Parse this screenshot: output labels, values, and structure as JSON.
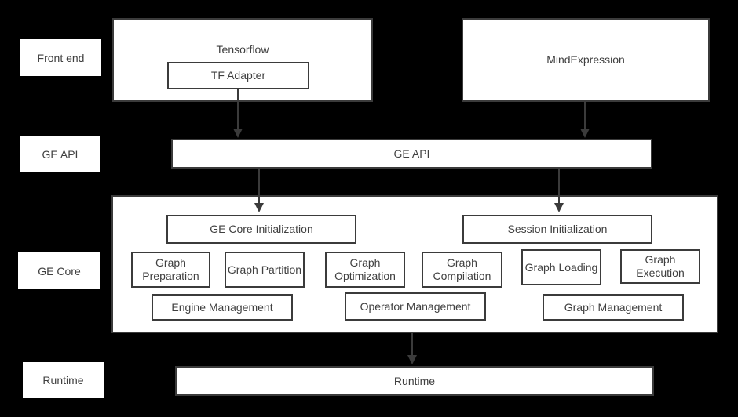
{
  "colors": {
    "background": "#000000",
    "box_fill": "#ffffff",
    "box_border": "#3b3b3b",
    "text": "#404040",
    "arrow": "#3b3b3b"
  },
  "layer_labels": {
    "front_end": "Front end",
    "ge_api": "GE API",
    "ge_core": "GE Core",
    "runtime": "Runtime"
  },
  "front_end": {
    "tensorflow_label": "Tensorflow",
    "tf_adapter_label": "TF Adapter",
    "mindexpression_label": "MindExpression"
  },
  "ge_api": {
    "bar_label": "GE API"
  },
  "ge_core": {
    "initialization": [
      "GE Core Initialization",
      "Session Initialization"
    ],
    "stages": [
      "Graph Preparation",
      "Graph Partition",
      "Graph Optimization",
      "Graph Compilation",
      "Graph Loading",
      "Graph Execution"
    ],
    "management": [
      "Engine Management",
      "Operator Management",
      "Graph Management"
    ]
  },
  "runtime": {
    "bar_label": "Runtime"
  }
}
